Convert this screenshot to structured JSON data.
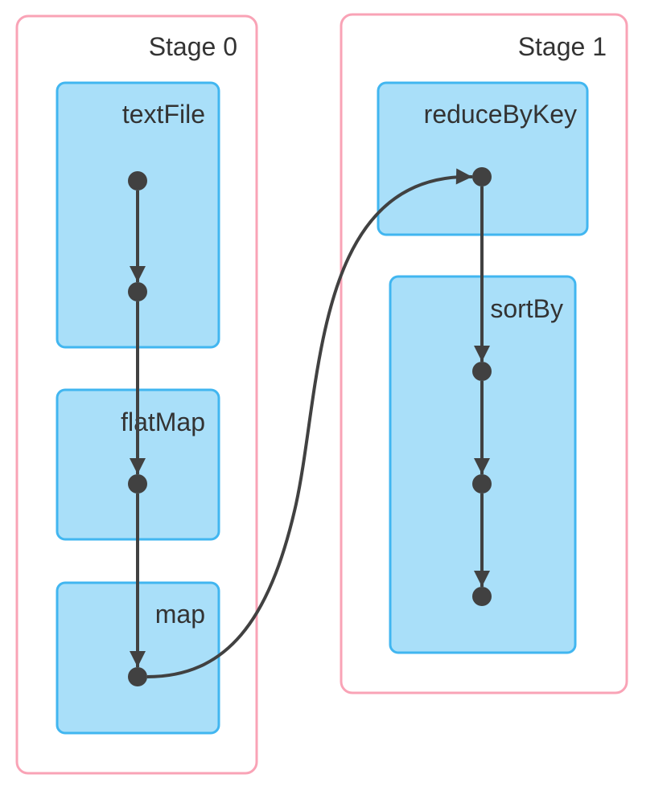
{
  "diagram": {
    "type": "dag",
    "title": "Spark job DAG visualization",
    "stages": [
      {
        "label": "Stage 0",
        "operations": [
          {
            "label": "textFile",
            "rdd_nodes": 2
          },
          {
            "label": "flatMap",
            "rdd_nodes": 1
          },
          {
            "label": "map",
            "rdd_nodes": 1
          }
        ]
      },
      {
        "label": "Stage 1",
        "operations": [
          {
            "label": "reduceByKey",
            "rdd_nodes": 1
          },
          {
            "label": "sortBy",
            "rdd_nodes": 3
          }
        ]
      }
    ],
    "edges": [
      {
        "from": "textFile node 1",
        "to": "textFile node 2",
        "style": "straight"
      },
      {
        "from": "textFile node 2",
        "to": "flatMap node",
        "style": "straight"
      },
      {
        "from": "flatMap node",
        "to": "map node",
        "style": "straight"
      },
      {
        "from": "map node",
        "to": "reduceByKey node",
        "style": "curved"
      },
      {
        "from": "reduceByKey node",
        "to": "sortBy node 1",
        "style": "straight"
      },
      {
        "from": "sortBy node 1",
        "to": "sortBy node 2",
        "style": "straight"
      },
      {
        "from": "sortBy node 2",
        "to": "sortBy node 3",
        "style": "straight"
      }
    ]
  },
  "colors": {
    "background": "#ffffff",
    "stage_fill": "#ffffff",
    "stage_border": "#f9a3b6",
    "op_fill": "#a9dff9",
    "op_border": "#41b6f0",
    "edge": "#414141",
    "node": "#414141",
    "text": "#333333"
  }
}
